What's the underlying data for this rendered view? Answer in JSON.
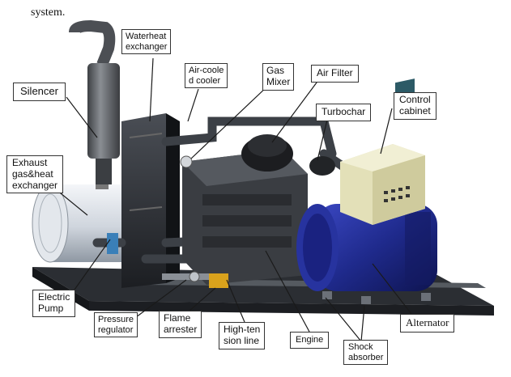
{
  "caption": "system.",
  "labels": {
    "waterheat": [
      "Waterheat",
      "exchanger"
    ],
    "aircooled": [
      "Air-coole",
      "d cooler"
    ],
    "gasmixer": [
      "Gas",
      "Mixer"
    ],
    "airfilter": "Air Filter",
    "silencer": "Silencer",
    "turbochar": "Turbochar",
    "control": [
      "Control",
      "cabinet"
    ],
    "exhaust": [
      "Exhaust",
      "gas&heat",
      "exchanger"
    ],
    "electric_pump": [
      "Electric",
      "Pump"
    ],
    "pressure": [
      "Pressure",
      "regulator"
    ],
    "flame": [
      "Flame",
      "arrester"
    ],
    "hightension": [
      "High-ten",
      "sion line"
    ],
    "engine": "Engine",
    "alternator": "Alternator",
    "shock": [
      "Shock",
      "absorber"
    ]
  },
  "colors": {
    "frame": "#2b2e33",
    "alternator": "#1f2a8c",
    "cabinet": "#e3e0b8",
    "exchanger": "#d8dde4",
    "silencer": "#55585c",
    "engine": "#3a3d42",
    "valve": "#d9a21c"
  }
}
